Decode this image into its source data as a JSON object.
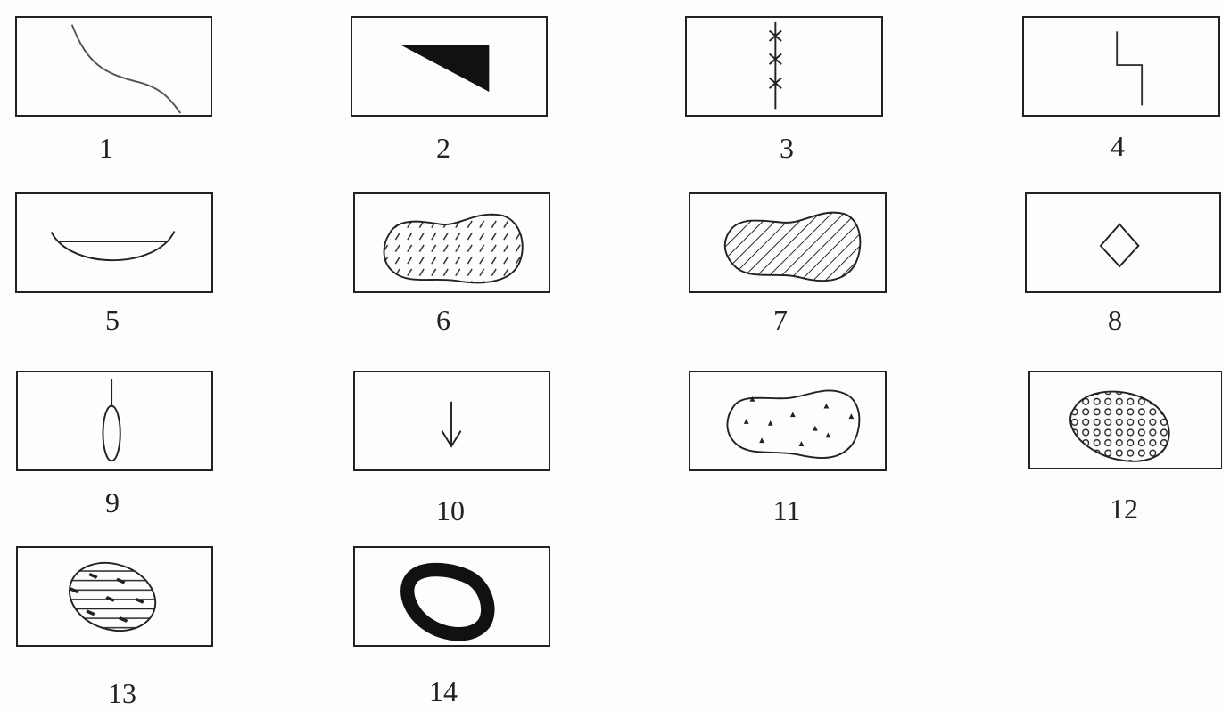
{
  "symbols": [
    {
      "number": "1"
    },
    {
      "number": "2"
    },
    {
      "number": "3"
    },
    {
      "number": "4"
    },
    {
      "number": "5"
    },
    {
      "number": "6"
    },
    {
      "number": "7"
    },
    {
      "number": "8"
    },
    {
      "number": "9"
    },
    {
      "number": "10"
    },
    {
      "number": "11"
    },
    {
      "number": "12"
    },
    {
      "number": "13"
    },
    {
      "number": "14"
    }
  ]
}
